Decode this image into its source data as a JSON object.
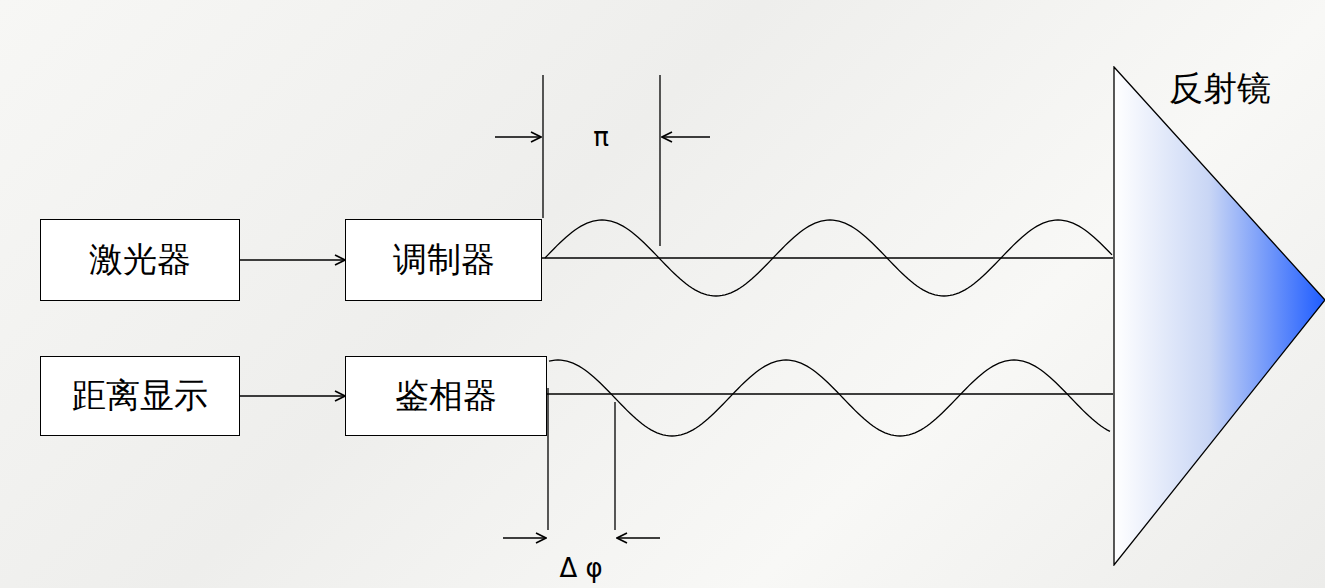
{
  "diagram": {
    "nodes": [
      {
        "text": [
          "激光器"
        ]
      },
      {
        "text": [
          "调制器"
        ]
      },
      {
        "text": [
          "距离显示"
        ]
      },
      {
        "text": [
          "鉴相器"
        ]
      },
      {
        "text": [
          "反射镜"
        ]
      }
    ],
    "edges": [
      {
        "from": 0,
        "to": 1,
        "arrow": "to"
      },
      {
        "from": 2,
        "to": 3,
        "arrow": "to"
      },
      {
        "from": 1,
        "to": 4,
        "arrow": "none"
      },
      {
        "from": 4,
        "to": 3,
        "arrow": "none"
      }
    ],
    "labels": [
      "π",
      "Δ φ"
    ]
  }
}
